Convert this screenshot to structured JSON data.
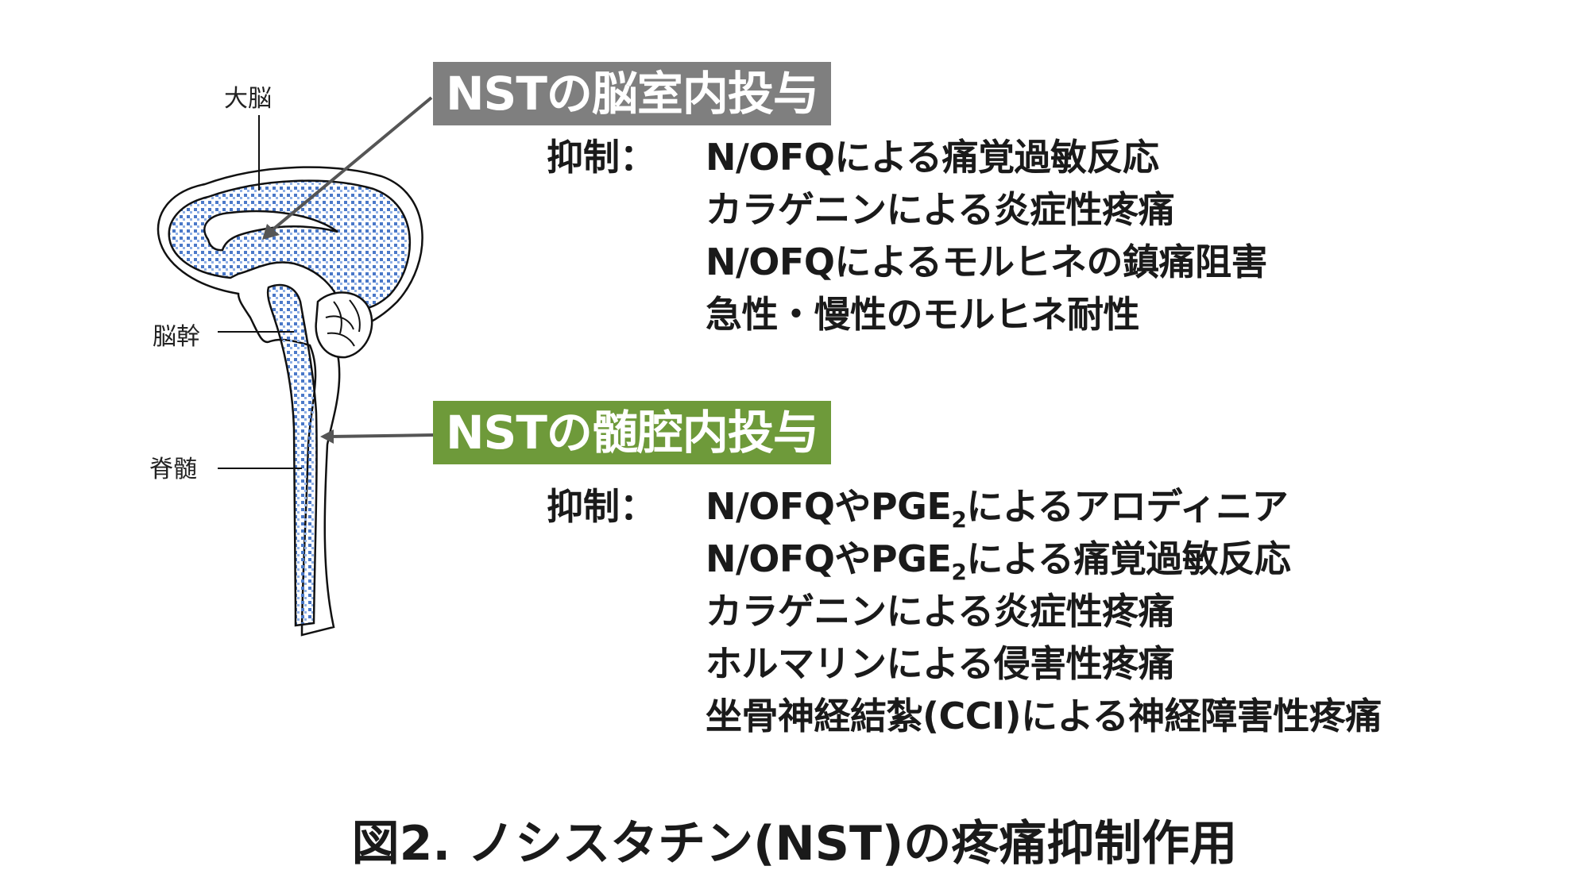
{
  "organs": {
    "cerebrum": "大脳",
    "brainstem": "脳幹",
    "spinal_cord": "脊髄"
  },
  "colors": {
    "icv_box": "#7f7f7f",
    "it_box": "#6e9a3a",
    "cns_fill": "#4a78c8",
    "arrow": "#555555",
    "outline": "#111111"
  },
  "sections": {
    "icv": {
      "title": "NSTの脳室内投与",
      "inhibit_label": "抑制：",
      "effects": [
        "N/OFQによる痛覚過敏反応",
        "カラゲニンによる炎症性疼痛",
        "N/OFQによるモルヒネの鎮痛阻害",
        "急性・慢性のモルヒネ耐性"
      ]
    },
    "it": {
      "title": "NSTの髄腔内投与",
      "inhibit_label": "抑制：",
      "effects": [
        {
          "pre": "N/OFQやPGE",
          "sub": "2",
          "post": "によるアロディニア"
        },
        {
          "pre": "N/OFQやPGE",
          "sub": "2",
          "post": "による痛覚過敏反応"
        },
        {
          "pre": "カラゲニンによる炎症性疼痛",
          "sub": "",
          "post": ""
        },
        {
          "pre": "ホルマリンによる侵害性疼痛",
          "sub": "",
          "post": ""
        },
        {
          "pre": "坐骨神経結紮(CCI)による神経障害性疼痛",
          "sub": "",
          "post": ""
        }
      ]
    }
  },
  "caption": "図2.  ノシスタチン(NST)の疼痛抑制作用"
}
